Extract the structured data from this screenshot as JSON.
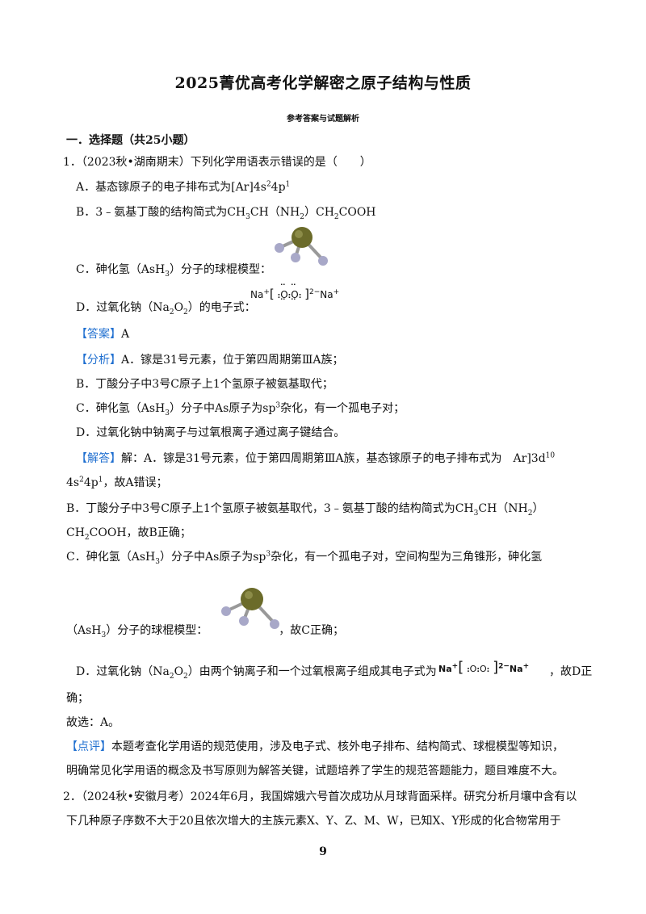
{
  "header": {
    "title": "2025菁优高考化学解密之原子结构与性质",
    "subtitle": "参考答案与试题解析"
  },
  "section": {
    "heading": "一．选择题（共25小题）"
  },
  "q1": {
    "number": "1．",
    "stem": "（2023秋•湖南期末）下列化学用语表示错误的是（　　）",
    "optA_pre": "A．基态镓原子的电子排布式为[Ar]4s",
    "optA_sup1": "2",
    "optA_mid": "4p",
    "optA_sup2": "1",
    "optB_pre": "B．3﹣氨基丁酸的结构简式为CH",
    "optB_sub1": "3",
    "optB_mid1": "CH（NH",
    "optB_sub2": "2",
    "optB_mid2": "）CH",
    "optB_sub3": "2",
    "optB_end": "COOH",
    "optC_pre": "C．砷化氢（AsH",
    "optC_sub": "3",
    "optC_end": "）分子的球棍模型：",
    "optD_pre": "D．过氧化钠（Na",
    "optD_sub1": "2",
    "optD_mid": "O",
    "optD_sub2": "2",
    "optD_end": "）的电子式：",
    "formula_na_left": "Na",
    "formula_plus": "+",
    "formula_bracket_open": "[",
    "formula_o1": "O",
    "formula_o2": "O",
    "formula_bracket_close": "]",
    "formula_charge": "2−",
    "formula_na_right": "Na",
    "answer_tag": "【答案】",
    "answer_val": "A",
    "analysis_tag": "【分析】",
    "analysis_1": "A．镓是31号元素，位于第四周期第ⅢA族；",
    "analysis_2": "B．丁酸分子中3号C原子上1个氢原子被氨基取代；",
    "analysis_3_pre": "C．砷化氢（AsH",
    "analysis_3_sub": "3",
    "analysis_3_mid": "）分子中As原子为sp",
    "analysis_3_sup": "3",
    "analysis_3_end": "杂化，有一个孤电子对；",
    "analysis_4": "D．过氧化钠中钠离子与过氧根离子通过离子键结合。",
    "solution_tag": "【解答】",
    "sol_a1": "解：A．镓是31号元素，位于第四周期第ⅢA族，基态镓原子的电子排布式为　Ar]3d",
    "sol_a1_sup": "10",
    "sol_a2_pre": "4s",
    "sol_a2_sup1": "2",
    "sol_a2_mid": "4p",
    "sol_a2_sup2": "1",
    "sol_a2_end": "，故A错误；",
    "sol_b1_pre": "B．丁酸分子中3号C原子上1个氢原子被氨基取代，3﹣氨基丁酸的结构简式为CH",
    "sol_b1_sub": "3",
    "sol_b1_mid": "CH（NH",
    "sol_b1_sub2": "2",
    "sol_b1_end": "）",
    "sol_b2_pre": "CH",
    "sol_b2_sub": "2",
    "sol_b2_end": "COOH，故B正确；",
    "sol_c1_pre": "C．砷化氢（AsH",
    "sol_c1_sub": "3",
    "sol_c1_mid": "）分子中As原子为sp",
    "sol_c1_sup": "3",
    "sol_c1_end": "杂化，有一个孤电子对，空间构型为三角锥形，砷化氢",
    "sol_c2_pre": "（AsH",
    "sol_c2_sub": "3",
    "sol_c2_mid": "）分子的球棍模型：",
    "sol_c2_end": "，故C正确；",
    "sol_d1_pre": "D．过氧化钠（Na",
    "sol_d1_sub1": "2",
    "sol_d1_mid": "O",
    "sol_d1_sub2": "2",
    "sol_d1_mid2": "）由两个钠离子和一个过氧根离子组成其电子式为",
    "sol_d1_end": "，故D正",
    "sol_d2": "确；",
    "sol_pick": "故选：A。",
    "comment_tag": "【点评】",
    "comment_1": "本题考查化学用语的规范使用，涉及电子式、核外电子排布、结构简式、球棍模型等知识，",
    "comment_2": "明确常见化学用语的概念及书写原则为解答关键，试题培养了学生的规范答题能力，题目难度不大。"
  },
  "q2": {
    "number": "2．",
    "line1": "（2024秋•安徽月考）2024年6月，我国嫦娥六号首次成功从月球背面采样。研究分析月壤中含有以",
    "line2": "下几种原子序数不大于20且依次增大的主族元素X、Y、Z、M、W，已知X、Y形成的化合物常用于"
  },
  "footer": {
    "page_number": "9"
  },
  "colors": {
    "tag_blue": "#1f6fd0",
    "atom_as": "#6b6b2a",
    "atom_h": "#a8a8c8"
  }
}
